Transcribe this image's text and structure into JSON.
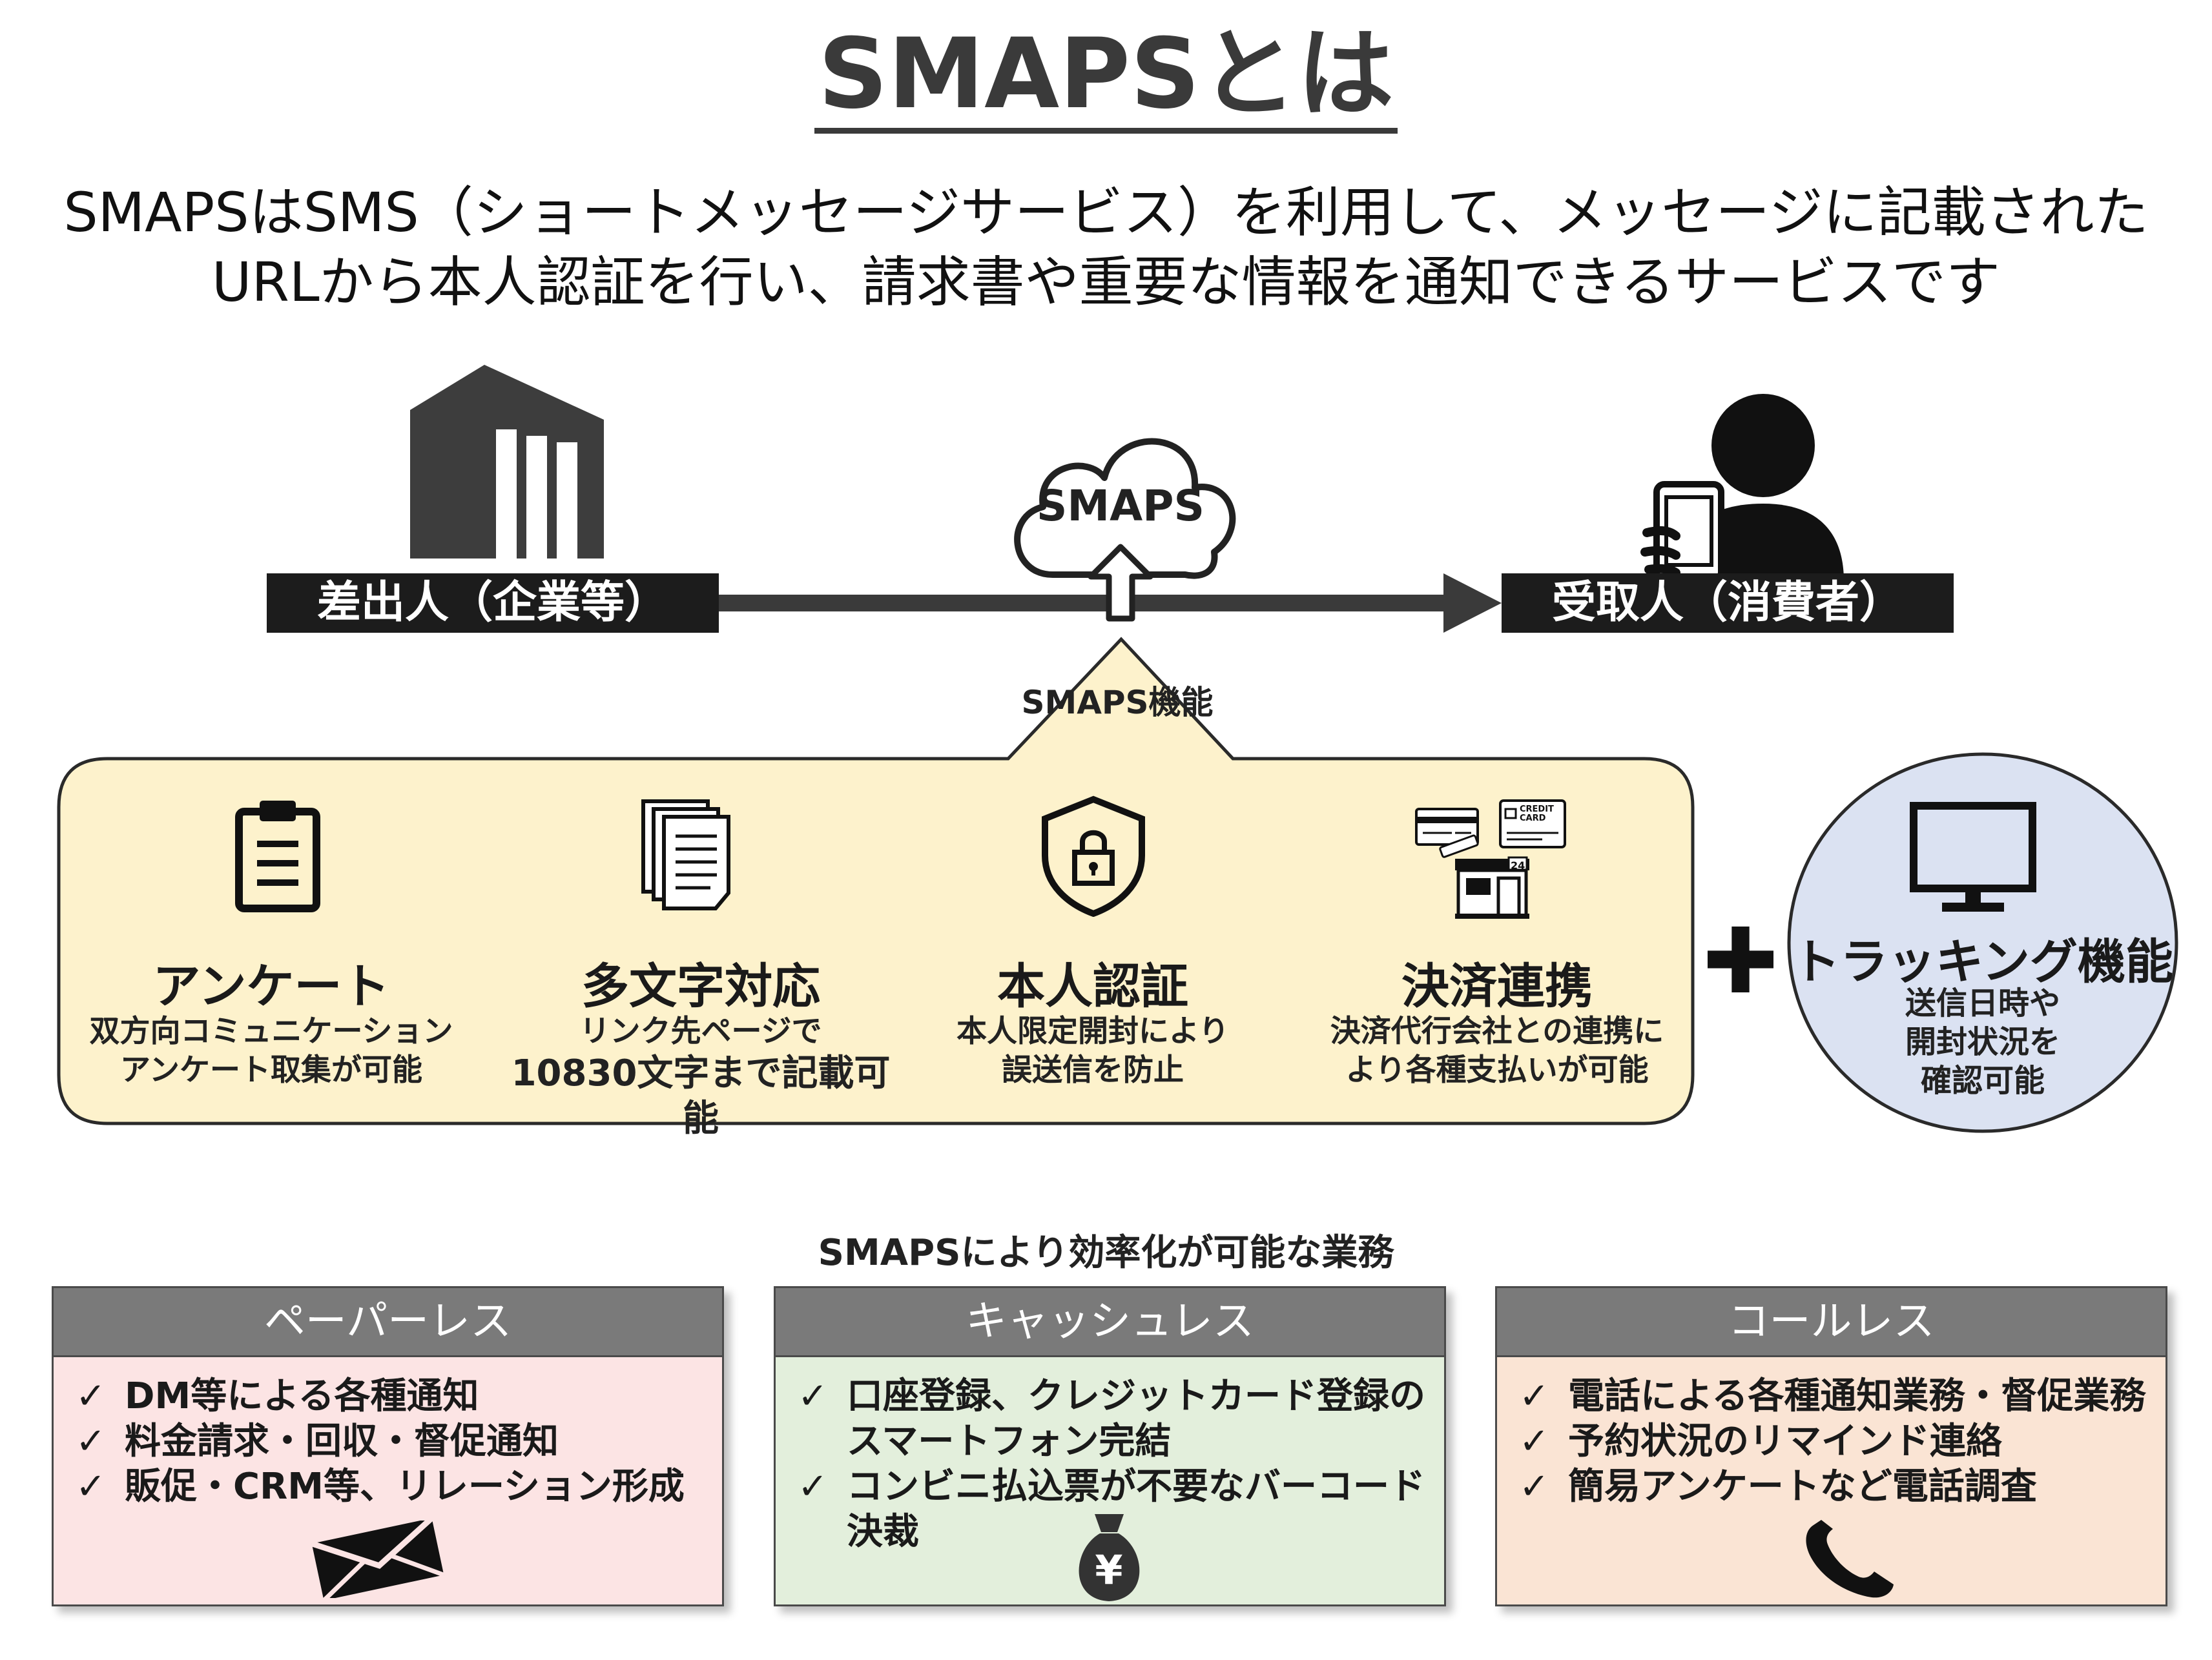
{
  "title": "SMAPSとは",
  "description": {
    "line1": "SMAPSはSMS（ショートメッセージサービス）を利用して、メッセージに記載された",
    "line2": "URLから本人認証を行い、請求書や重要な情報を通知できるサービスです"
  },
  "flow": {
    "sender_label": "差出人（企業等）",
    "cloud_label": "SMAPS",
    "receiver_label": "受取人（消費者）",
    "functions_caption": "SMAPS機能"
  },
  "features": [
    {
      "icon": "clipboard-icon",
      "name": "アンケート",
      "desc_line1": "双方向コミュニケーション",
      "desc_line2": "アンケート取集が可能"
    },
    {
      "icon": "documents-icon",
      "name": "多文字対応",
      "desc_line1": "リンク先ページで",
      "desc_line2": "10830文字まで記載可能"
    },
    {
      "icon": "shield-lock-icon",
      "name": "本人認証",
      "desc_line1": "本人限定開封により",
      "desc_line2": "誤送信を防止"
    },
    {
      "icon": "payment-store-icon",
      "name": "決済連携",
      "desc_line1": "決済代行会社との連携に",
      "desc_line2": "より各種支払いが可能"
    }
  ],
  "credit_card_text": {
    "line1": "CREDIT",
    "line2": "CARD"
  },
  "store_number": "24",
  "plus_symbol": "✚",
  "tracking": {
    "icon": "monitor-icon",
    "name": "トラッキング機能",
    "desc_line1": "送信日時や",
    "desc_line2": "開封状況を",
    "desc_line3": "確認可能"
  },
  "efficiency_caption": "SMAPSにより効率化が可能な業務",
  "checkmark": "✓",
  "cards": [
    {
      "title": "ペーパーレス",
      "items": [
        "DM等による各種通知",
        "料金請求・回収・督促通知",
        "販促・CRM等、リレーション形成"
      ],
      "icon": "envelope-icon"
    },
    {
      "title": "キャッシュレス",
      "items": [
        "口座登録、クレジットカード登録の",
        "スマートフォン完結",
        "コンビニ払込票が不要なバーコード",
        "決裁"
      ],
      "icon": "money-bag-icon",
      "yen": "¥"
    },
    {
      "title": "コールレス",
      "items": [
        "電話による各種通知業務・督促業務",
        "予約状況のリマインド連絡",
        "簡易アンケートなど電話調査"
      ],
      "icon": "phone-icon"
    }
  ],
  "colors": {
    "feature_bg": "#fdf2cc",
    "tracking_bg": "#dbe2f2",
    "paperless_bg": "#fce4e4",
    "cashless_bg": "#e3efdc",
    "callless_bg": "#fae4d4",
    "card_header": "#7a7a7a",
    "label_bar": "#1c1c1c"
  }
}
